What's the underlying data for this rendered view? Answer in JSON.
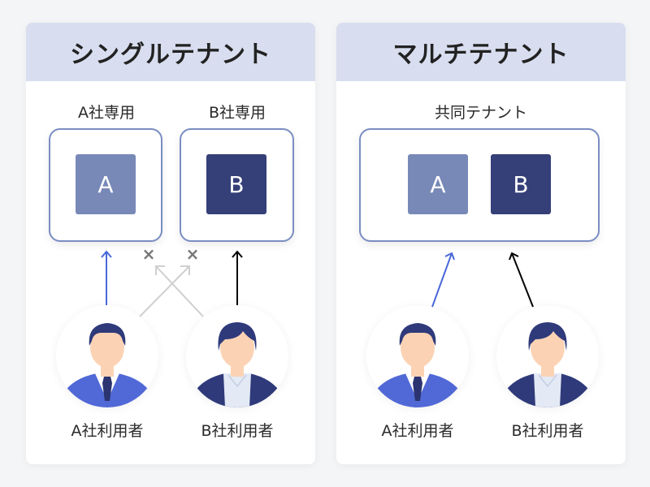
{
  "colors": {
    "header_bg": "#d8deef",
    "tenant_border": "#7a8ec2",
    "company_a": "#7889b8",
    "company_b": "#353f78",
    "arrow_a": "#4a68d8",
    "arrow_b": "#000000",
    "arrow_blocked": "#cccccc",
    "blocked_mark": "#777777"
  },
  "single_tenant": {
    "title": "シングルテナント",
    "tenants": [
      {
        "label": "A社専用",
        "data_label": "A"
      },
      {
        "label": "B社専用",
        "data_label": "B"
      }
    ],
    "users": [
      {
        "label": "A社利用者"
      },
      {
        "label": "B社利用者"
      }
    ],
    "blocked_mark": "×"
  },
  "multi_tenant": {
    "title": "マルチテナント",
    "tenant": {
      "label": "共同テナント",
      "data_labels": [
        "A",
        "B"
      ]
    },
    "users": [
      {
        "label": "A社利用者"
      },
      {
        "label": "B社利用者"
      }
    ]
  }
}
